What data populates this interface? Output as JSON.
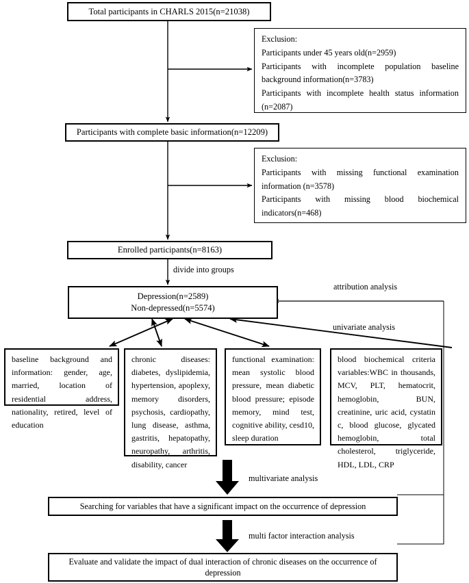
{
  "diagram": {
    "title": "CHARLS 2015 depression study participant flow diagram",
    "type": "flowchart",
    "accent_color": "#000000",
    "background_color": "#ffffff"
  },
  "nodes": {
    "total_participants": "Total participants in CHARLS 2015(n=21038)",
    "exclusion_1": {
      "heading": "Exclusion:",
      "line1": "Participants under 45 years old(n=2959)",
      "line2": "Participants with incomplete population baseline background information(n=3783)",
      "line3": "Participants with incomplete health status information (n=2087)"
    },
    "complete_basic": "Participants with complete basic information(n=12209)",
    "exclusion_2": {
      "heading": "Exclusion:",
      "line1": "Participants with missing functional examination information (n=3578)",
      "line2": "Participants with missing blood biochemical indicators(n=468)"
    },
    "enrolled": "Enrolled participants(n=8163)",
    "groups": {
      "line1": "Depression(n=2589)",
      "line2": "Non-depressed(n=5574)"
    },
    "baseline_background": "baseline background and information: gender, age, married, location of residential address, nationality, retired, level of education",
    "chronic_diseases": "chronic diseases: diabetes, dyslipidemia, hypertension, apoplexy, memory disorders, psychosis, cardiopathy, lung disease, asthma, gastritis, hepatopathy, neuropathy, arthritis, disability, cancer",
    "functional_examination": "functional examination: mean systolic blood pressure, mean diabetic blood pressure; episode memory, mind test, cognitive ability, cesd10, sleep duration",
    "blood_biochemical": "blood biochemical criteria variables:WBC in thousands, MCV, PLT, hematocrit, hemoglobin, BUN, creatinine, uric acid, cystatin c, blood glucose, glycated hemoglobin, total cholesterol, triglyceride, HDL, LDL, CRP",
    "searching_variables": "Searching for variables that have a significant impact on the occurrence of depression",
    "evaluate_validate": "Evaluate and validate the impact of dual interaction of chronic diseases on the occurrence of depression"
  },
  "edge_labels": {
    "divide_into_groups": "divide into groups",
    "attribution_analysis": "attribution analysis",
    "univariate_analysis": "univariate analysis",
    "multivariate_analysis": "multivariate analysis",
    "multi_factor_interaction_analysis": "multi factor interaction analysis"
  }
}
